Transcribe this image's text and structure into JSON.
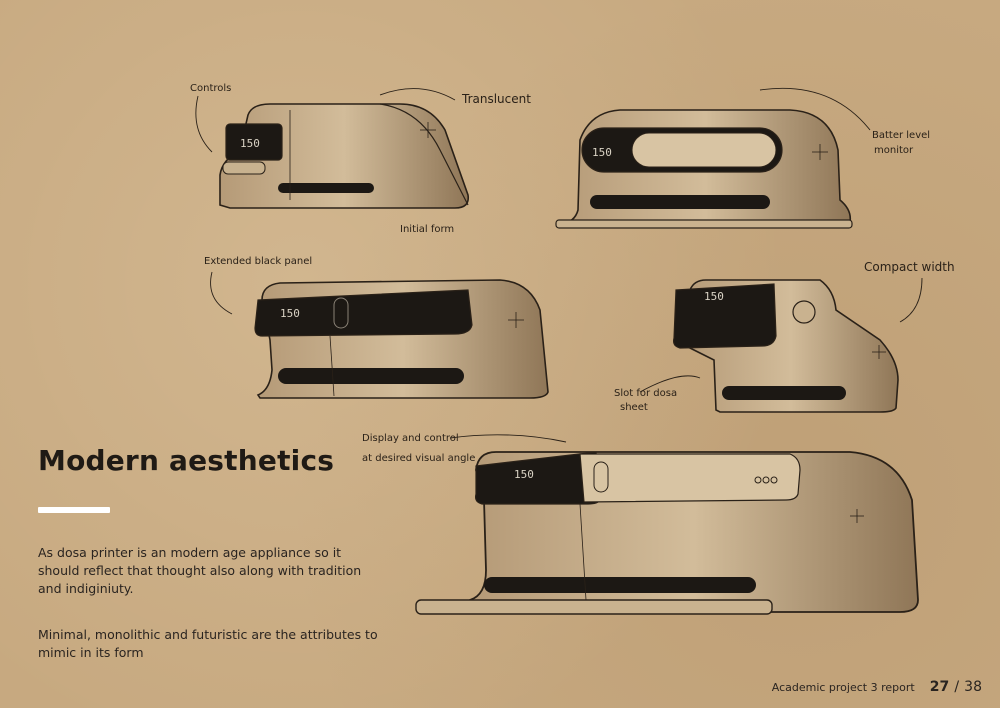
{
  "heading": "Modern aesthetics",
  "paragraphs": [
    "As dosa printer is an modern age appliance so it should reflect that thought also along with tradition and indiginiuty.",
    "Minimal, monolithic and futuristic are the attributes to mimic in its form"
  ],
  "annotations": {
    "controls": "Controls",
    "translucent": "Translucent",
    "initial_form": "Initial form",
    "batter_level_1": "Batter level",
    "batter_level_2": "monitor",
    "extended_panel": "Extended black panel",
    "compact_width": "Compact width",
    "slot_1": "Slot for dosa",
    "slot_2": "sheet",
    "display_1": "Display and control",
    "display_2": "at desired visual angle"
  },
  "screen_readout": "150",
  "footer": {
    "label": "Academic project 3 report",
    "page": "27",
    "separator": "/",
    "total": "38"
  }
}
